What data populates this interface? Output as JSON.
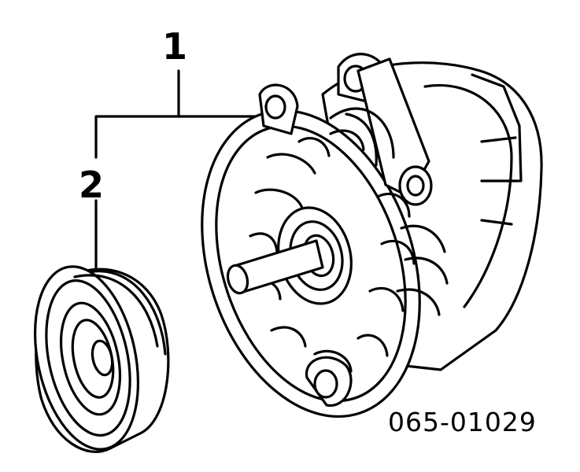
{
  "callouts": {
    "part_1": "1",
    "part_2": "2"
  },
  "part_number": "065-01029"
}
